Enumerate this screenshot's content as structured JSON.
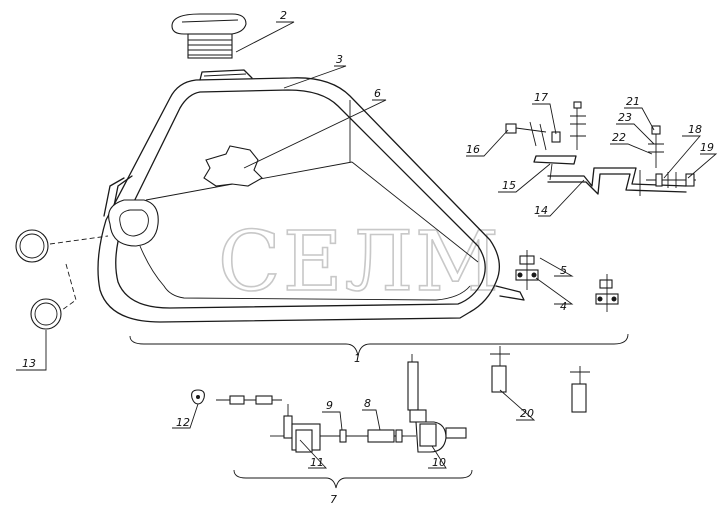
{
  "watermark": "СЕЛМ",
  "callouts": [
    {
      "id": "c1",
      "label": "1"
    },
    {
      "id": "c2",
      "label": "2"
    },
    {
      "id": "c3",
      "label": "3"
    },
    {
      "id": "c4",
      "label": "4"
    },
    {
      "id": "c5",
      "label": "5"
    },
    {
      "id": "c6",
      "label": "6"
    },
    {
      "id": "c7",
      "label": "7"
    },
    {
      "id": "c8",
      "label": "8"
    },
    {
      "id": "c9",
      "label": "9"
    },
    {
      "id": "c10",
      "label": "10"
    },
    {
      "id": "c11",
      "label": "11"
    },
    {
      "id": "c12",
      "label": "12"
    },
    {
      "id": "c13",
      "label": "13"
    },
    {
      "id": "c14",
      "label": "14"
    },
    {
      "id": "c15",
      "label": "15"
    },
    {
      "id": "c16",
      "label": "16"
    },
    {
      "id": "c17",
      "label": "17"
    },
    {
      "id": "c18",
      "label": "18"
    },
    {
      "id": "c19",
      "label": "19"
    },
    {
      "id": "c20",
      "label": "20"
    },
    {
      "id": "c21",
      "label": "21"
    },
    {
      "id": "c22",
      "label": "22"
    },
    {
      "id": "c23",
      "label": "23"
    }
  ]
}
